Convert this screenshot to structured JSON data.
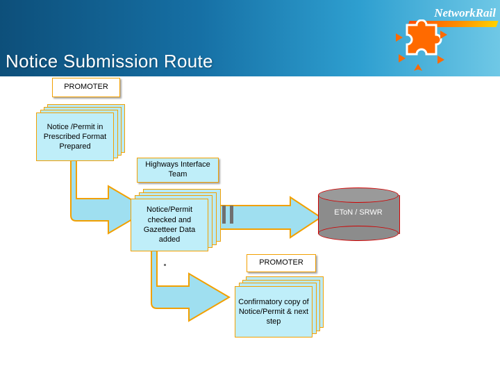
{
  "header": {
    "title": "Notice Submission Route",
    "logo_text": "NetworkRail",
    "logo_icon": "puzzle-piece-icon",
    "swoosh_icon": "orange-swoosh-icon"
  },
  "diagram": {
    "nodes": [
      {
        "id": "promoter-1",
        "label": "PROMOTER",
        "type": "label-box"
      },
      {
        "id": "notice-prepared",
        "label": "Notice /Permit in Prescribed Format Prepared",
        "type": "document-stack"
      },
      {
        "id": "highways-interface-team",
        "label": "Highways Interface Team",
        "type": "label-box"
      },
      {
        "id": "notice-checked",
        "label": "Notice/Permit checked and Gazetteer Data added",
        "type": "document-stack"
      },
      {
        "id": "eton-srwr",
        "label": "EToN / SRWR",
        "type": "database-cylinder"
      },
      {
        "id": "promoter-2",
        "label": "PROMOTER",
        "type": "label-box"
      },
      {
        "id": "confirmatory-copy",
        "label": "Confirmatory copy of Notice/Permit & next step",
        "type": "document-stack"
      }
    ],
    "connectors": [
      {
        "id": "arrow-1",
        "from": "notice-prepared",
        "to": "notice-checked",
        "style": "block-arrow-elbow"
      },
      {
        "id": "arrow-2",
        "from": "notice-checked",
        "to": "eton-srwr",
        "style": "block-arrow-right"
      },
      {
        "id": "arrow-3",
        "from": "notice-checked",
        "to": "confirmatory-copy",
        "style": "block-arrow-elbow"
      }
    ]
  },
  "colors": {
    "banner_dark": "#0d4f7a",
    "banner_light": "#6fc8e6",
    "stack_fill": "#bfeef9",
    "stack_border": "#f2a000",
    "arrow_fill": "#9fdff0",
    "arrow_border": "#f2a000",
    "cylinder_fill": "#8c8c8c",
    "cylinder_border": "#d00000",
    "logo_orange": "#ff6a00"
  }
}
